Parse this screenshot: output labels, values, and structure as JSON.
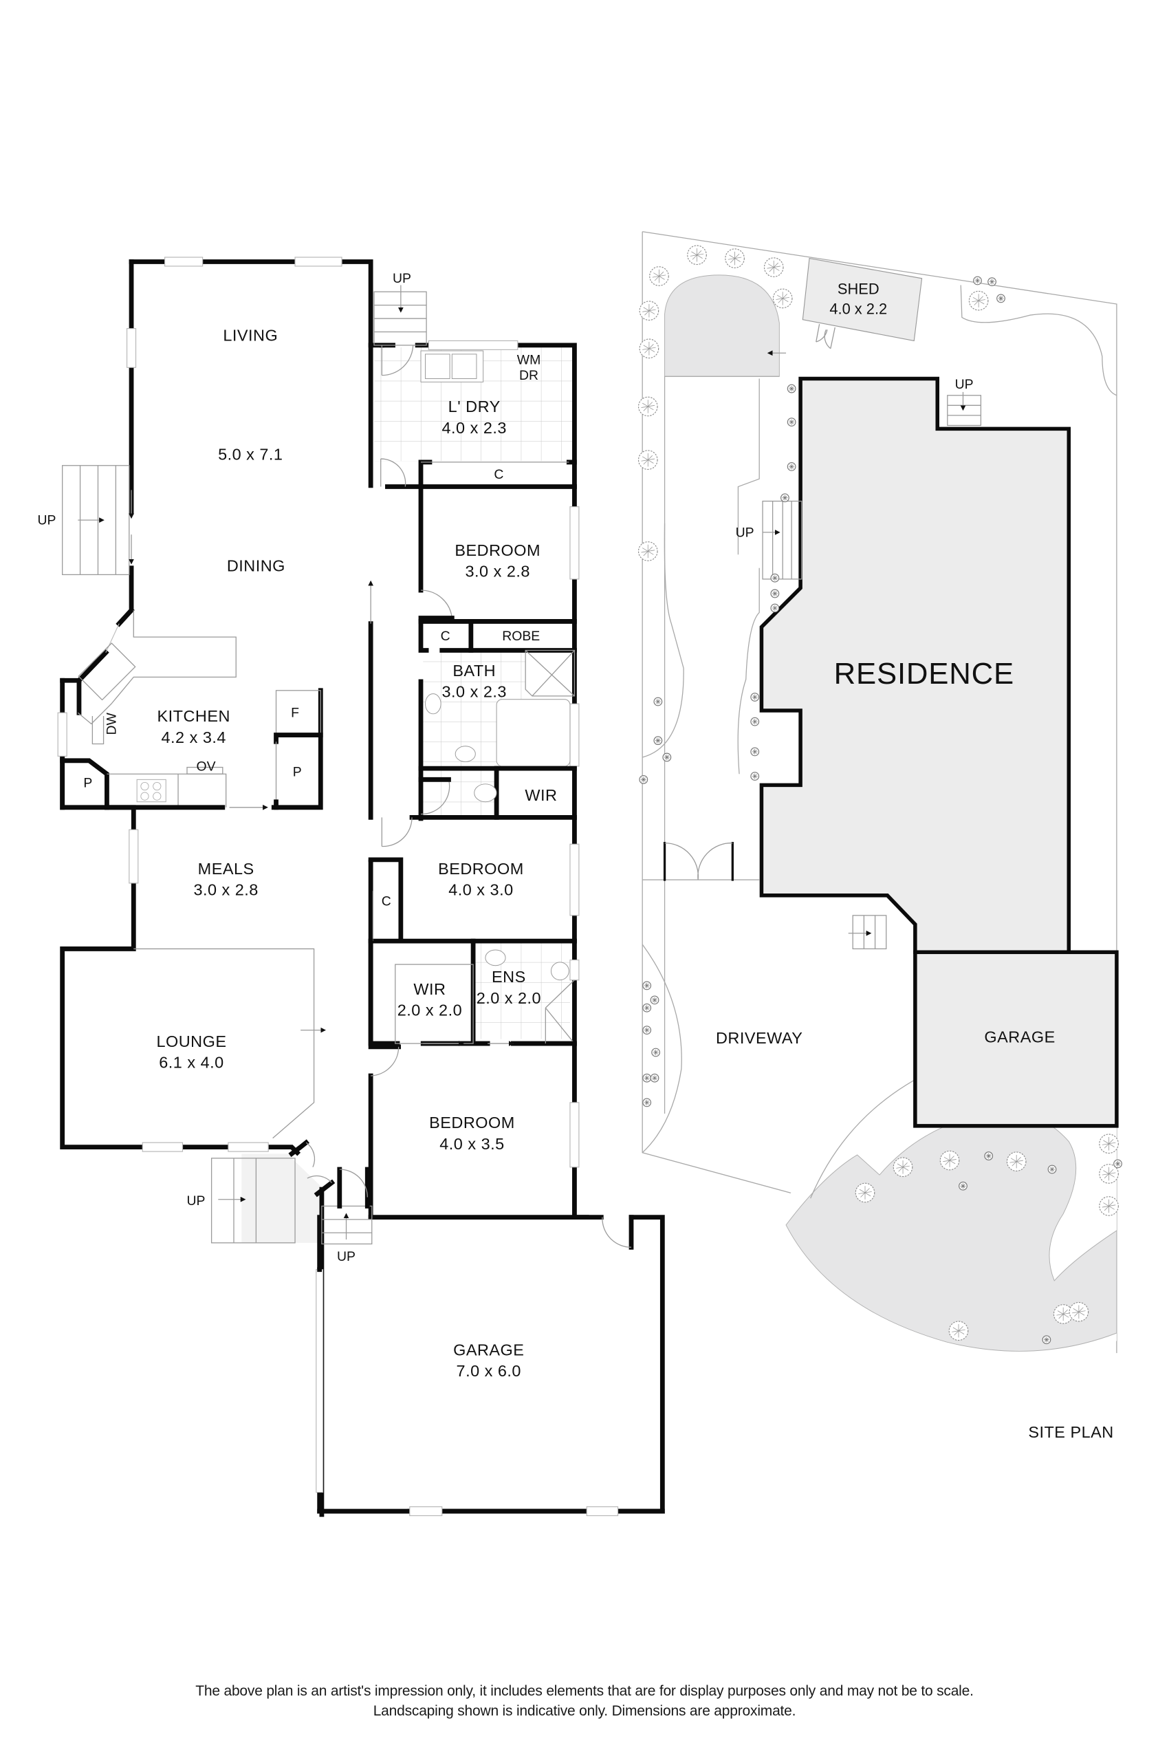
{
  "floor_plan": {
    "rooms": {
      "living": {
        "name": "LIVING",
        "dims": "5.0 x 7.1"
      },
      "dining": {
        "name": "DINING"
      },
      "laundry": {
        "name": "L' DRY",
        "dims": "4.0 x 2.3",
        "fixtures": [
          "WM",
          "DR"
        ]
      },
      "laundry_cupboard": {
        "name": "C"
      },
      "bedroom_2": {
        "name": "BEDROOM",
        "dims": "3.0 x 2.8"
      },
      "linen_cupboard": {
        "name": "C"
      },
      "robe": {
        "name": "ROBE"
      },
      "bath": {
        "name": "BATH",
        "dims": "3.0 x 2.3"
      },
      "wir_small": {
        "name": "WIR"
      },
      "kitchen": {
        "name": "KITCHEN",
        "dims": "4.2 x 3.4",
        "fixtures": {
          "dishwasher": "DW",
          "oven": "OV",
          "fridge": "F",
          "pantry_left": "P",
          "pantry_right": "P"
        }
      },
      "meals": {
        "name": "MEALS",
        "dims": "3.0 x 2.8"
      },
      "bedroom_3": {
        "name": "BEDROOM",
        "dims": "4.0 x 3.0"
      },
      "hall_cupboard": {
        "name": "C"
      },
      "wir_master": {
        "name": "WIR",
        "dims": "2.0 x 2.0"
      },
      "ensuite": {
        "name": "ENS",
        "dims": "2.0 x 2.0"
      },
      "lounge": {
        "name": "LOUNGE",
        "dims": "6.1 x 4.0"
      },
      "bedroom_master": {
        "name": "BEDROOM",
        "dims": "4.0 x 3.5"
      },
      "garage": {
        "name": "GARAGE",
        "dims": "7.0 x 6.0"
      }
    },
    "stairs": {
      "laundry_up": "UP",
      "dining_up": "UP",
      "entry_up": "UP",
      "garage_up": "UP"
    }
  },
  "site_plan": {
    "title": "SITE PLAN",
    "residence": "RESIDENCE",
    "shed": {
      "name": "SHED",
      "dims": "4.0 x 2.2"
    },
    "driveway": "DRIVEWAY",
    "garage": "GARAGE",
    "stairs": {
      "rear_up": "UP",
      "side_up": "UP"
    }
  },
  "disclaimer": {
    "line1": "The above plan is an artist's impression only, it includes elements that are for display purposes only and may not be to scale.",
    "line2": "Landscaping shown is indicative only. Dimensions are approximate."
  },
  "colors": {
    "wall": "#0b0b0b",
    "fill_grey": "#ececec",
    "landscape_grey": "#e6e6e7",
    "line": "#a8a8a8"
  }
}
